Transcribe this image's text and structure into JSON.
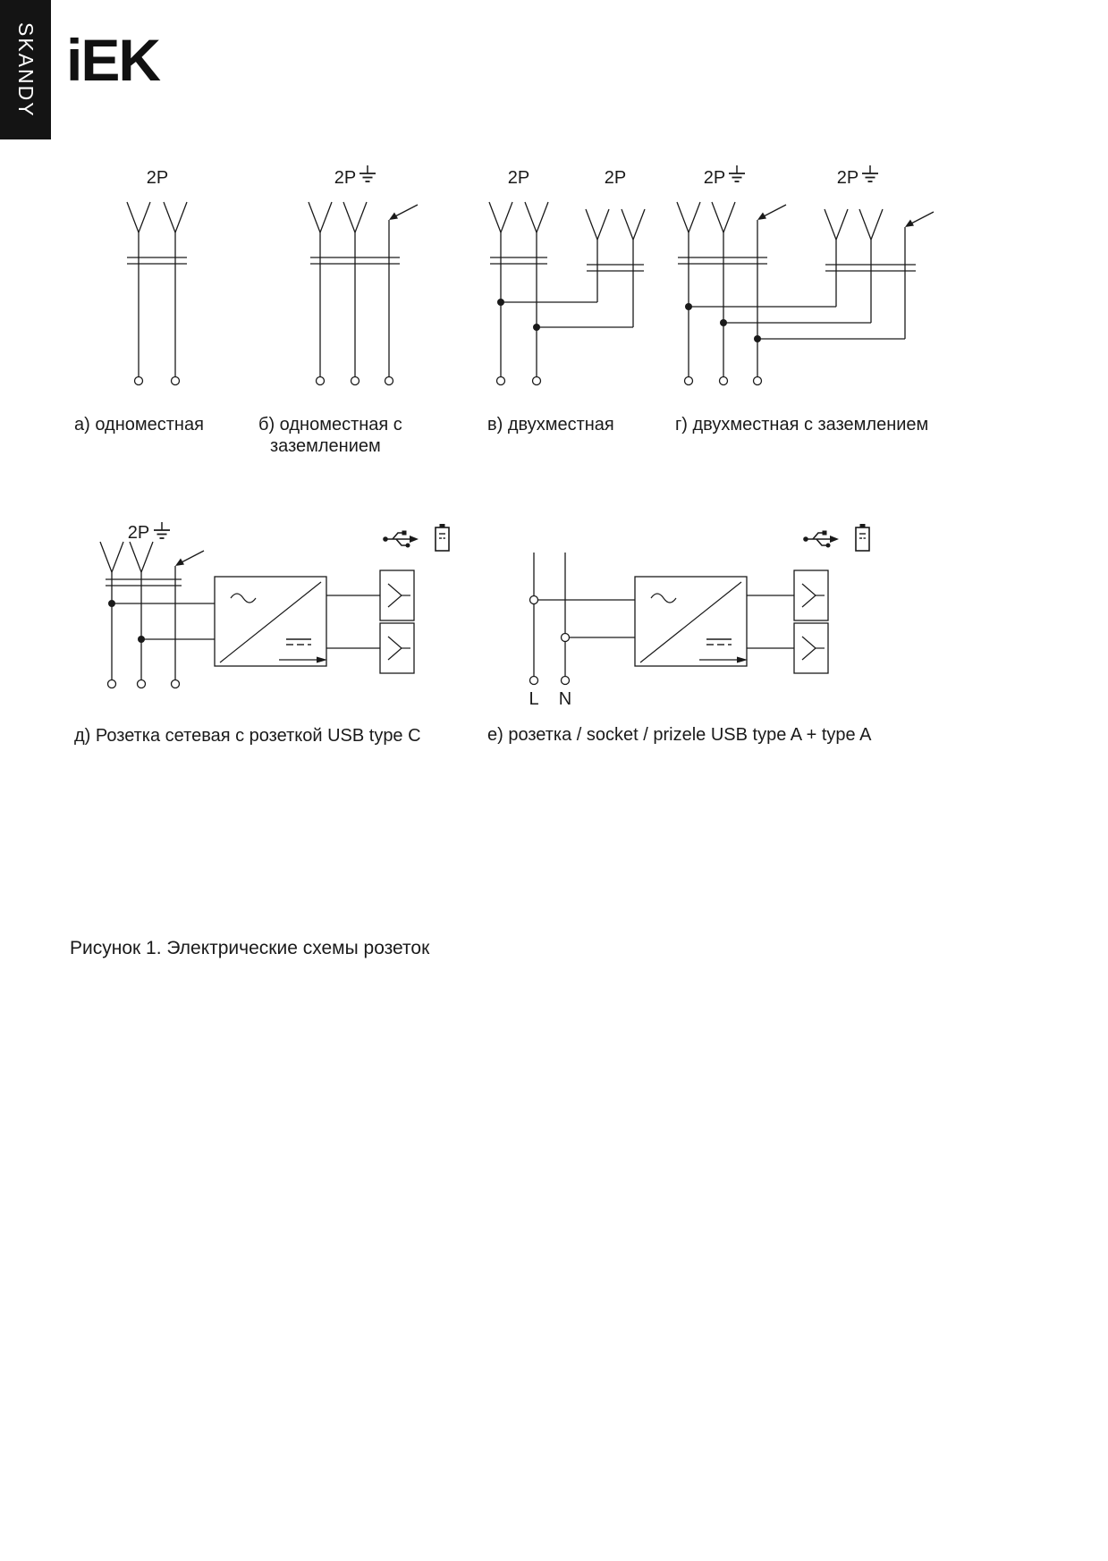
{
  "sidebar": {
    "tab_label": "SKANDY"
  },
  "header": {
    "logo_text": "iEK"
  },
  "diagrams": {
    "a": {
      "pole_label": "2P",
      "caption": "а) одноместная"
    },
    "b": {
      "pole_label": "2P",
      "caption_line1": "б) одноместная с",
      "caption_line2": "заземлением"
    },
    "v": {
      "pole_label_left": "2P",
      "pole_label_right": "2P",
      "caption": "в) двухместная"
    },
    "g": {
      "pole_label_left": "2P",
      "pole_label_right": "2P",
      "caption": "г) двухместная с заземлением"
    },
    "d": {
      "pole_label": "2P",
      "caption": "д) Розетка сетевая с розеткой USB type C"
    },
    "e": {
      "line_label": "L",
      "neutral_label": "N",
      "caption": "е) розетка / socket / prizele USB type A + type A"
    }
  },
  "figure": {
    "caption": "Рисунок 1. Электрические схемы розеток"
  },
  "icons": {
    "ground": "earth-ground-icon",
    "usb": "usb-trident-icon",
    "battery": "battery-icon",
    "plug_contact": "plug-contact-icon",
    "ground_contact": "ground-contact-arrow-icon"
  },
  "colors": {
    "ink": "#1a1a1a",
    "paper": "#ffffff",
    "tab_bg": "#141414"
  }
}
